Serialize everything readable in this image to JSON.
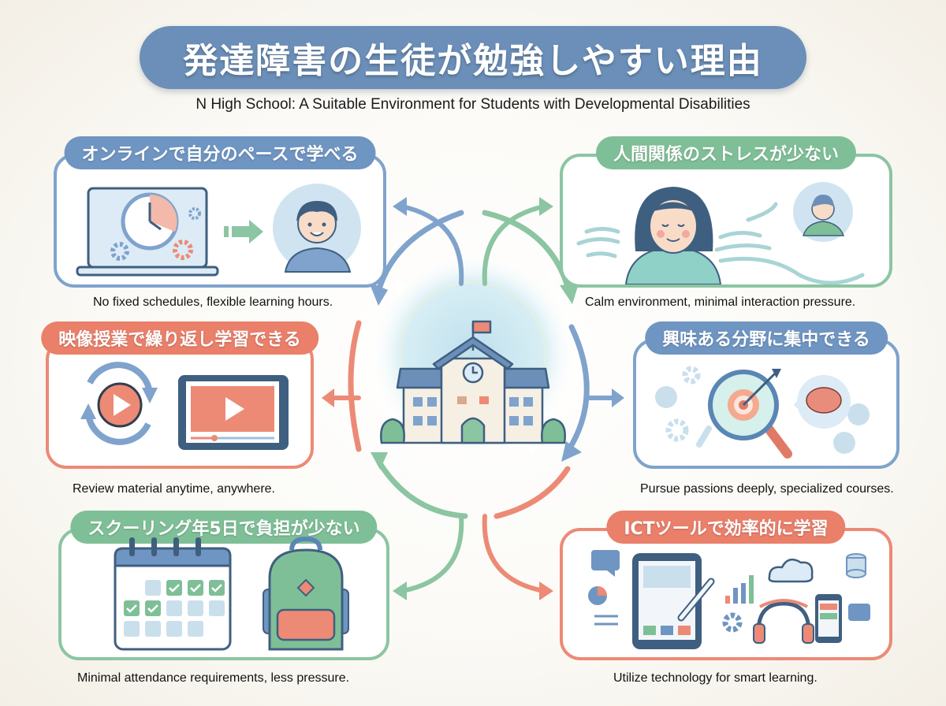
{
  "header": {
    "title": "発達障害の生徒が勉強しやすい理由",
    "subtitle": "N High School: A Suitable Environment for Students with Developmental Disabilities"
  },
  "center": {
    "icon": "school-building-icon"
  },
  "colors": {
    "blue": "#6f95c2",
    "green": "#7fbf97",
    "red": "#ea7f6a",
    "navy": "#3f5f80"
  },
  "panels": [
    {
      "id": "online-pace",
      "label": "オンラインで自分のペースで学べる",
      "caption": "No fixed schedules, flexible learning hours.",
      "color": "blue",
      "icons": [
        "laptop-clock-icon",
        "arrow-right-icon",
        "smiling-student-icon"
      ]
    },
    {
      "id": "low-social-stress",
      "label": "人間関係のストレスが少ない",
      "caption": "Calm environment, minimal interaction pressure.",
      "color": "green",
      "icons": [
        "calm-girl-icon",
        "wind-waves-icon",
        "distant-person-icon"
      ]
    },
    {
      "id": "video-lessons",
      "label": "映像授業で繰り返し学習できる",
      "caption": "Review material anytime, anywhere.",
      "color": "red",
      "icons": [
        "replay-cycle-icon",
        "tablet-video-icon"
      ]
    },
    {
      "id": "focus-interests",
      "label": "興味ある分野に集中できる",
      "caption": "Pursue passions deeply, specialized courses.",
      "color": "blue",
      "icons": [
        "magnifier-target-icon",
        "brain-bubble-icon",
        "user-icon",
        "gear-icon"
      ]
    },
    {
      "id": "schooling-5-days",
      "label": "スクーリング年5日で負担が少ない",
      "caption": "Minimal attendance requirements, less pressure.",
      "color": "green",
      "icons": [
        "calendar-checks-icon",
        "backpack-icon"
      ]
    },
    {
      "id": "ict-tools",
      "label": "ICTツールで効率的に学習",
      "caption": "Utilize technology for smart learning.",
      "color": "red",
      "icons": [
        "tablet-pen-icon",
        "cloud-icon",
        "headset-icon",
        "smartphone-icon",
        "chart-icon",
        "database-icon"
      ]
    }
  ]
}
